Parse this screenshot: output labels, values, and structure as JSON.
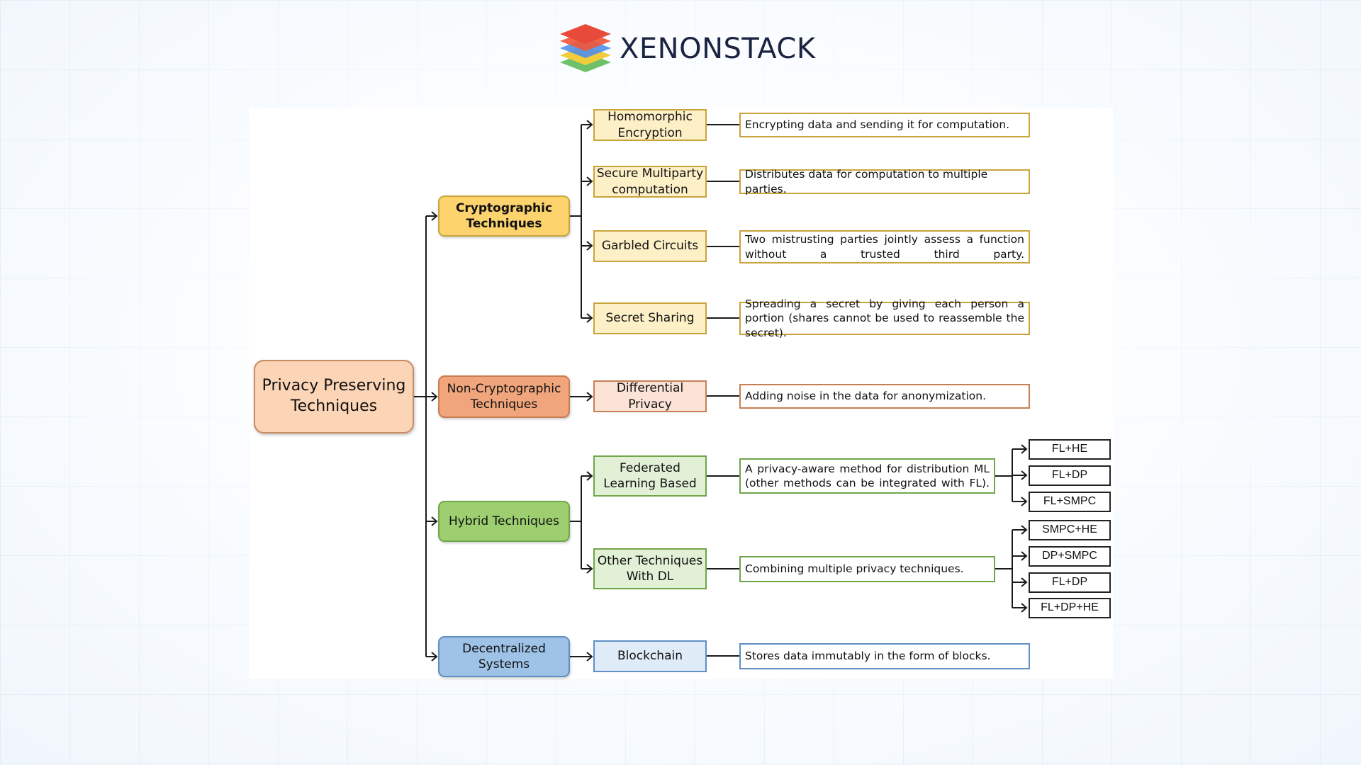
{
  "brand": {
    "name": "XENONSTACK"
  },
  "diagram": {
    "root": "Privacy Preserving Techniques",
    "categories": {
      "crypto": "Cryptographic Techniques",
      "noncrypto": "Non-Cryptographic Techniques",
      "hybrid": "Hybrid Techniques",
      "decentralized": "Decentralized Systems"
    },
    "techniques": {
      "he": "Homomorphic Encryption",
      "smpc": "Secure Multiparty computation",
      "gc": "Garbled Circuits",
      "ss": "Secret Sharing",
      "dp": "Differential Privacy",
      "fl": "Federated Learning Based",
      "other": "Other Techniques With DL",
      "blockchain": "Blockchain"
    },
    "descriptions": {
      "he": "Encrypting data and sending it for computation.",
      "smpc": "Distributes data for computation to multiple parties.",
      "gc": "Two mistrusting parties jointly assess a function without a trusted third party.",
      "ss": "Spreading a secret by giving each person a portion (shares cannot be used to reassemble the secret).",
      "dp": "Adding noise in the data for anonymization.",
      "fl": "A privacy-aware method for distribution ML (other methods can be integrated with FL).",
      "other": "Combining multiple privacy techniques.",
      "blockchain": "Stores data immutably in the form of blocks."
    },
    "fl_combos": [
      "FL+HE",
      "FL+DP",
      "FL+SMPC"
    ],
    "other_combos": [
      "SMPC+HE",
      "DP+SMPC",
      "FL+DP",
      "FL+DP+HE"
    ]
  }
}
